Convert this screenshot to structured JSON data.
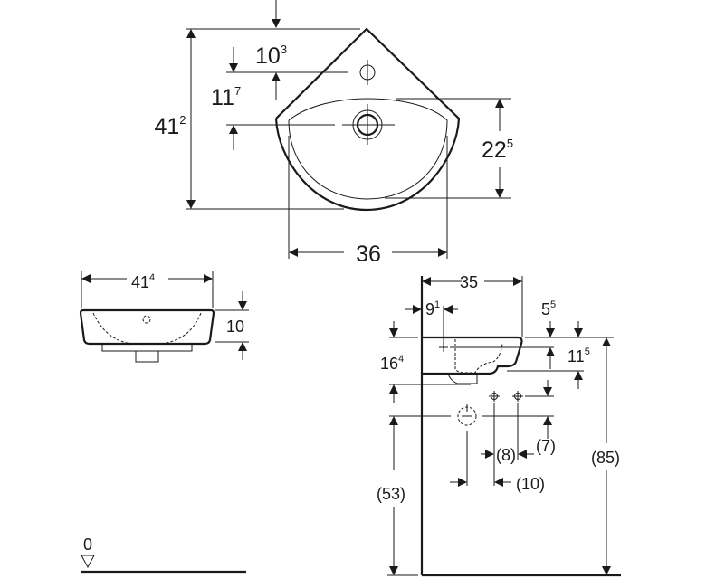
{
  "top_view": {
    "total_depth": {
      "base": "41",
      "sup": "2"
    },
    "tap_hole_offset": {
      "base": "10",
      "sup": "3"
    },
    "tap_to_drain": {
      "base": "11",
      "sup": "7"
    },
    "bowl_depth": {
      "base": "22",
      "sup": "5"
    },
    "bowl_width": {
      "base": "36"
    }
  },
  "front_view": {
    "width": {
      "base": "41",
      "sup": "4"
    },
    "height": {
      "base": "10"
    }
  },
  "side_view": {
    "projection": {
      "base": "35"
    },
    "tap_from_wall": {
      "base": "9",
      "sup": "1"
    },
    "rim_offset": {
      "base": "5",
      "sup": "5"
    },
    "tap_drop": {
      "base": "11",
      "sup": "5"
    },
    "overall_height": {
      "base": "16",
      "sup": "4"
    },
    "supply_height": "(7)",
    "supply_spacing": "(8)",
    "drain_offset": "(10)",
    "drain_height": "(53)",
    "rim_height": "(85)"
  },
  "floor_level": "0"
}
